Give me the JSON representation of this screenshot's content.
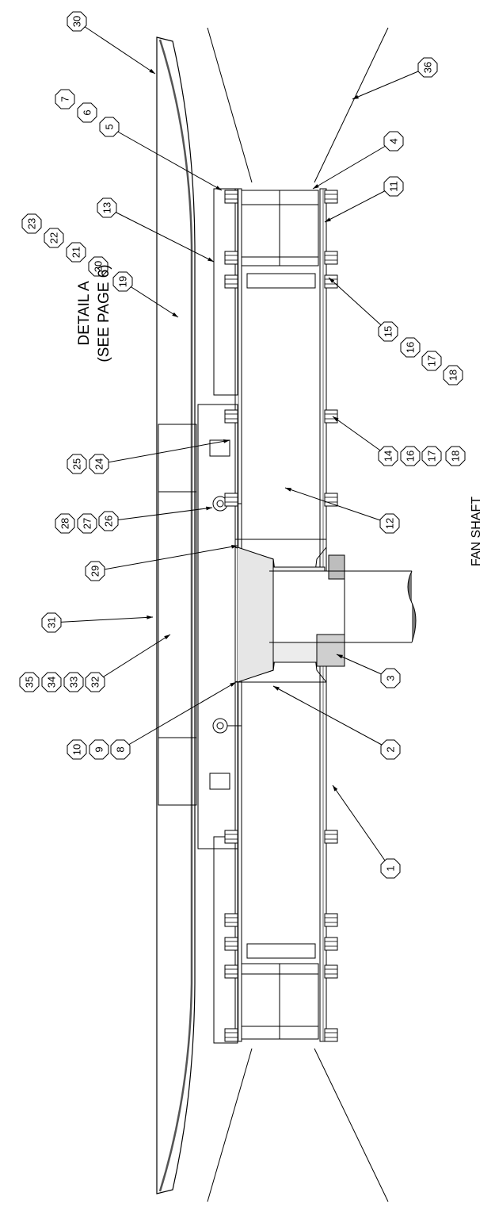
{
  "balloons": [
    {
      "id": "b30",
      "label": "30"
    },
    {
      "id": "b36",
      "label": "36"
    },
    {
      "id": "b7",
      "label": "7"
    },
    {
      "id": "b6",
      "label": "6"
    },
    {
      "id": "b5",
      "label": "5"
    },
    {
      "id": "b4",
      "label": "4"
    },
    {
      "id": "b11",
      "label": "11"
    },
    {
      "id": "b13",
      "label": "13"
    },
    {
      "id": "b23",
      "label": "23"
    },
    {
      "id": "b22",
      "label": "22"
    },
    {
      "id": "b21",
      "label": "21"
    },
    {
      "id": "b20",
      "label": "20"
    },
    {
      "id": "b19",
      "label": "19"
    },
    {
      "id": "b15",
      "label": "15"
    },
    {
      "id": "b16a",
      "label": "16"
    },
    {
      "id": "b17a",
      "label": "17"
    },
    {
      "id": "b18a",
      "label": "18"
    },
    {
      "id": "b25",
      "label": "25"
    },
    {
      "id": "b24",
      "label": "24"
    },
    {
      "id": "b14",
      "label": "14"
    },
    {
      "id": "b16b",
      "label": "16"
    },
    {
      "id": "b17b",
      "label": "17"
    },
    {
      "id": "b18b",
      "label": "18"
    },
    {
      "id": "b28",
      "label": "28"
    },
    {
      "id": "b27",
      "label": "27"
    },
    {
      "id": "b26",
      "label": "26"
    },
    {
      "id": "b12",
      "label": "12"
    },
    {
      "id": "b29",
      "label": "29"
    },
    {
      "id": "b31",
      "label": "31"
    },
    {
      "id": "b3",
      "label": "3"
    },
    {
      "id": "b35",
      "label": "35"
    },
    {
      "id": "b34",
      "label": "34"
    },
    {
      "id": "b33",
      "label": "33"
    },
    {
      "id": "b32",
      "label": "32"
    },
    {
      "id": "b2",
      "label": "2"
    },
    {
      "id": "b10",
      "label": "10"
    },
    {
      "id": "b9",
      "label": "9"
    },
    {
      "id": "b8",
      "label": "8"
    },
    {
      "id": "b1",
      "label": "1"
    }
  ],
  "notes": {
    "detail_line1": "DETAIL A",
    "detail_line2": "(SEE PAGE 6)",
    "fan_shaft": "FAN SHAFT"
  }
}
